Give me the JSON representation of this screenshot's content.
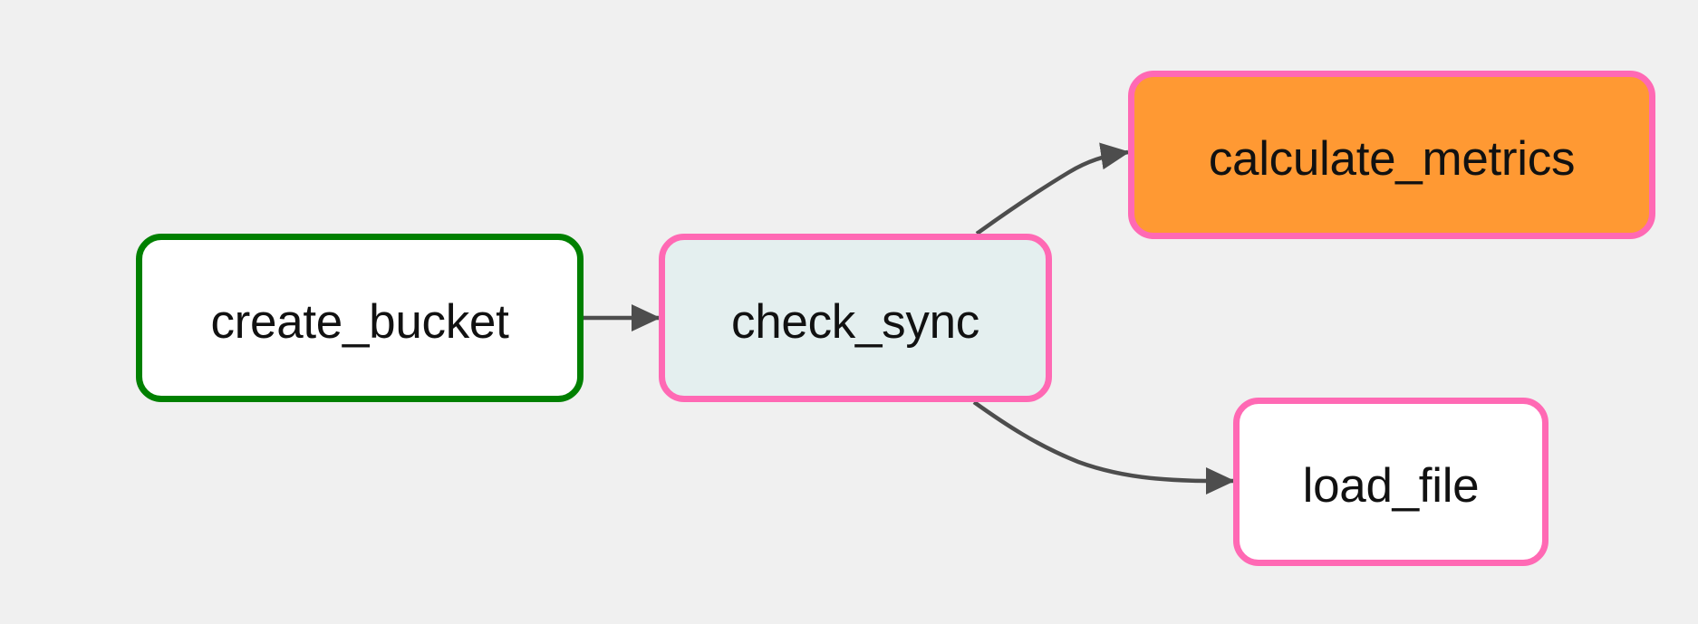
{
  "diagram": {
    "background": "#f0f0f0",
    "edge_color": "#4d4d4d",
    "nodes": [
      {
        "id": "create_bucket",
        "label": "create_bucket",
        "fill": "#ffffff",
        "border": "#008000"
      },
      {
        "id": "check_sync",
        "label": "check_sync",
        "fill": "#e4efef",
        "border": "#ff69b4"
      },
      {
        "id": "calculate_metrics",
        "label": "calculate_metrics",
        "fill": "#ff9933",
        "border": "#ff69b4"
      },
      {
        "id": "load_file",
        "label": "load_file",
        "fill": "#ffffff",
        "border": "#ff69b4"
      }
    ],
    "edges": [
      {
        "from": "create_bucket",
        "to": "check_sync"
      },
      {
        "from": "check_sync",
        "to": "calculate_metrics"
      },
      {
        "from": "check_sync",
        "to": "load_file"
      }
    ]
  }
}
